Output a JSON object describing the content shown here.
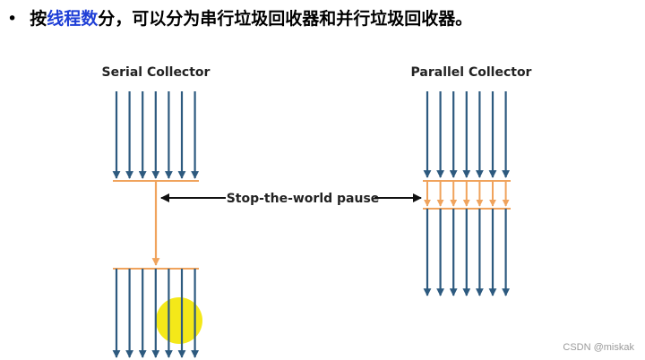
{
  "heading": {
    "bullet": "•",
    "part1": "按",
    "highlight": "线程数",
    "part2": "分，可以分为串行垃圾回收器和并行垃圾回收器。"
  },
  "diagram": {
    "serial_label": "Serial Collector",
    "parallel_label": "Parallel Collector",
    "pause_label": "Stop-the-world pause",
    "thread_count": 7,
    "colors": {
      "thread": "#2d5a7f",
      "gc": "#f0a35c"
    }
  },
  "watermark": "CSDN @miskak"
}
